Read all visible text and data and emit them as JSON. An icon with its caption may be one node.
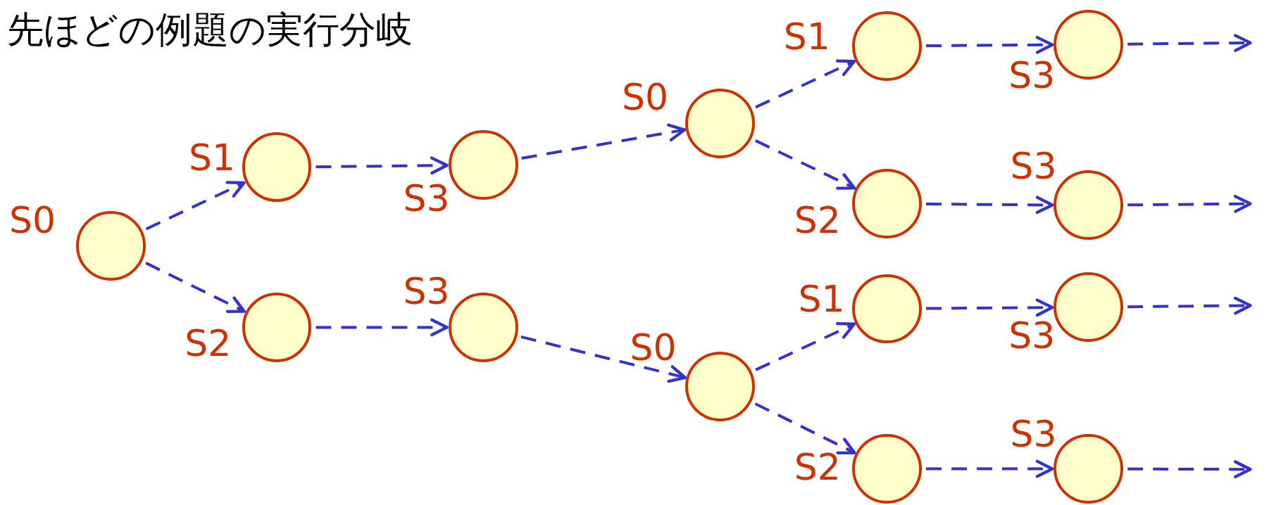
{
  "diagram": {
    "title": "先ほどの例題の実行分岐",
    "nodes": [
      {
        "text": [],
        "shape": "circle",
        "beside": [
          "S0"
        ]
      },
      {
        "text": [],
        "shape": "circle",
        "beside": [
          "S1"
        ]
      },
      {
        "text": [],
        "shape": "circle",
        "beside": [
          "S2"
        ]
      },
      {
        "text": [],
        "shape": "circle",
        "beside": [
          "S3"
        ]
      },
      {
        "text": [],
        "shape": "circle",
        "beside": [
          "S3"
        ]
      },
      {
        "text": [],
        "shape": "circle",
        "beside": [
          "S0"
        ]
      },
      {
        "text": [],
        "shape": "circle",
        "beside": [
          "S0"
        ]
      },
      {
        "text": [],
        "shape": "circle",
        "beside": [
          "S1"
        ]
      },
      {
        "text": [],
        "shape": "circle",
        "beside": [
          "S2"
        ]
      },
      {
        "text": [],
        "shape": "circle",
        "beside": [
          "S1"
        ]
      },
      {
        "text": [],
        "shape": "circle",
        "beside": [
          "S2"
        ]
      },
      {
        "text": [],
        "shape": "circle",
        "beside": [
          "S3"
        ]
      },
      {
        "text": [],
        "shape": "circle",
        "beside": [
          "S3"
        ]
      },
      {
        "text": [],
        "shape": "circle",
        "beside": [
          "S3"
        ]
      },
      {
        "text": [],
        "shape": "circle",
        "beside": [
          "S3"
        ]
      }
    ],
    "edges": [
      {
        "from": 0,
        "to": 1,
        "arrow": "to",
        "style": "dashed"
      },
      {
        "from": 0,
        "to": 2,
        "arrow": "to",
        "style": "dashed"
      },
      {
        "from": 1,
        "to": 3,
        "arrow": "to",
        "style": "dashed"
      },
      {
        "from": 2,
        "to": 4,
        "arrow": "to",
        "style": "dashed"
      },
      {
        "from": 3,
        "to": 5,
        "arrow": "to",
        "style": "dashed"
      },
      {
        "from": 4,
        "to": 6,
        "arrow": "to",
        "style": "dashed"
      },
      {
        "from": 5,
        "to": 7,
        "arrow": "to",
        "style": "dashed"
      },
      {
        "from": 5,
        "to": 8,
        "arrow": "to",
        "style": "dashed"
      },
      {
        "from": 6,
        "to": 9,
        "arrow": "to",
        "style": "dashed"
      },
      {
        "from": 6,
        "to": 10,
        "arrow": "to",
        "style": "dashed"
      },
      {
        "from": 7,
        "to": 11,
        "arrow": "to",
        "style": "dashed"
      },
      {
        "from": 8,
        "to": 12,
        "arrow": "to",
        "style": "dashed"
      },
      {
        "from": 9,
        "to": 13,
        "arrow": "to",
        "style": "dashed"
      },
      {
        "from": 10,
        "to": 14,
        "arrow": "to",
        "style": "dashed"
      },
      {
        "from": 11,
        "to": null,
        "arrow": "to",
        "style": "dashed"
      },
      {
        "from": 12,
        "to": null,
        "arrow": "to",
        "style": "dashed"
      },
      {
        "from": 13,
        "to": null,
        "arrow": "to",
        "style": "dashed"
      },
      {
        "from": 14,
        "to": null,
        "arrow": "to",
        "style": "dashed"
      }
    ]
  }
}
